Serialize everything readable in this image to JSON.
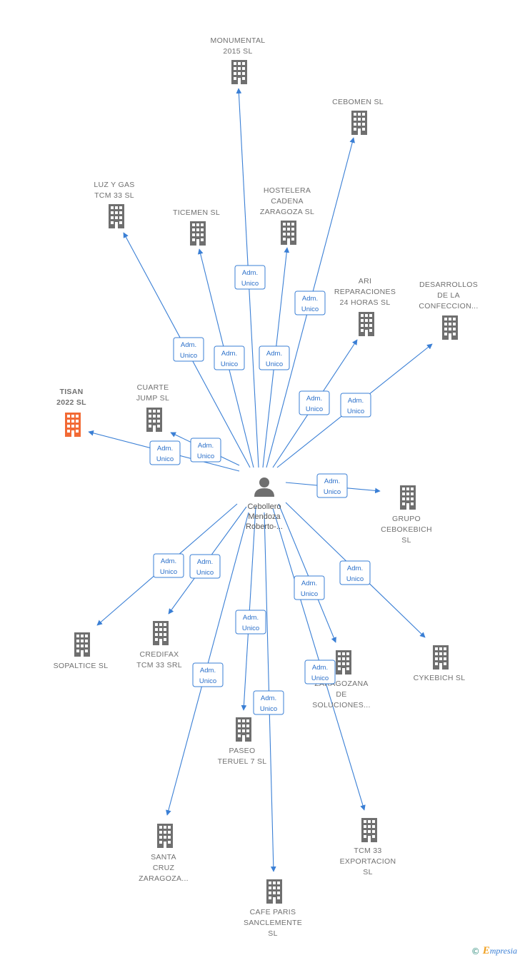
{
  "center": {
    "name_lines": [
      "Cebollero",
      "Mendoza",
      "Roberto-..."
    ],
    "icon": "person-icon"
  },
  "relation_label": [
    "Adm.",
    "Unico"
  ],
  "companies": [
    {
      "id": "monumental",
      "lines": [
        "MONUMENTAL",
        "2015  SL"
      ],
      "highlight": false
    },
    {
      "id": "cebomen",
      "lines": [
        "CEBOMEN  SL"
      ],
      "highlight": false
    },
    {
      "id": "luz-y-gas",
      "lines": [
        "LUZ Y GAS",
        "TCM 33  SL"
      ],
      "highlight": false
    },
    {
      "id": "ticemen",
      "lines": [
        "TICEMEN  SL"
      ],
      "highlight": false
    },
    {
      "id": "hostelera",
      "lines": [
        "HOSTELERA",
        "CADENA",
        "ZARAGOZA SL"
      ],
      "highlight": false
    },
    {
      "id": "ari",
      "lines": [
        "ARI",
        "REPARACIONES",
        "24 HORAS  SL"
      ],
      "highlight": false
    },
    {
      "id": "desarrollos",
      "lines": [
        "DESARROLLOS",
        "DE LA",
        "CONFECCION..."
      ],
      "highlight": false
    },
    {
      "id": "tisan",
      "lines": [
        "TISAN",
        "2022  SL"
      ],
      "highlight": true
    },
    {
      "id": "cuarte",
      "lines": [
        "CUARTE",
        "JUMP  SL"
      ],
      "highlight": false
    },
    {
      "id": "grupo",
      "lines": [
        "GRUPO",
        "CEBOKEBICH",
        "SL"
      ],
      "highlight": false
    },
    {
      "id": "sopaltice",
      "lines": [
        "SOPALTICE  SL"
      ],
      "highlight": false
    },
    {
      "id": "credifax",
      "lines": [
        "CREDIFAX",
        "TCM 33 SRL"
      ],
      "highlight": false
    },
    {
      "id": "zaragozana",
      "lines": [
        "ZARAGOZANA",
        "DE",
        "SOLUCIONES..."
      ],
      "highlight": false
    },
    {
      "id": "cykebich",
      "lines": [
        "CYKEBICH  SL"
      ],
      "highlight": false
    },
    {
      "id": "paseo",
      "lines": [
        "PASEO",
        "TERUEL 7  SL"
      ],
      "highlight": false
    },
    {
      "id": "santa-cruz",
      "lines": [
        "SANTA",
        "CRUZ",
        "ZARAGOZA..."
      ],
      "highlight": false
    },
    {
      "id": "tcm33-exp",
      "lines": [
        "TCM 33",
        "EXPORTACION",
        "SL"
      ],
      "highlight": false
    },
    {
      "id": "cafe-paris",
      "lines": [
        "CAFE PARIS",
        "SANCLEMENTE",
        "SL"
      ],
      "highlight": false
    }
  ],
  "colors": {
    "edge": "#3a7fd5",
    "building": "#6f6f6f",
    "highlight": "#f26a35"
  },
  "footer": {
    "copyright": "©",
    "brand_initial": "E",
    "brand_rest": "mpresia"
  }
}
